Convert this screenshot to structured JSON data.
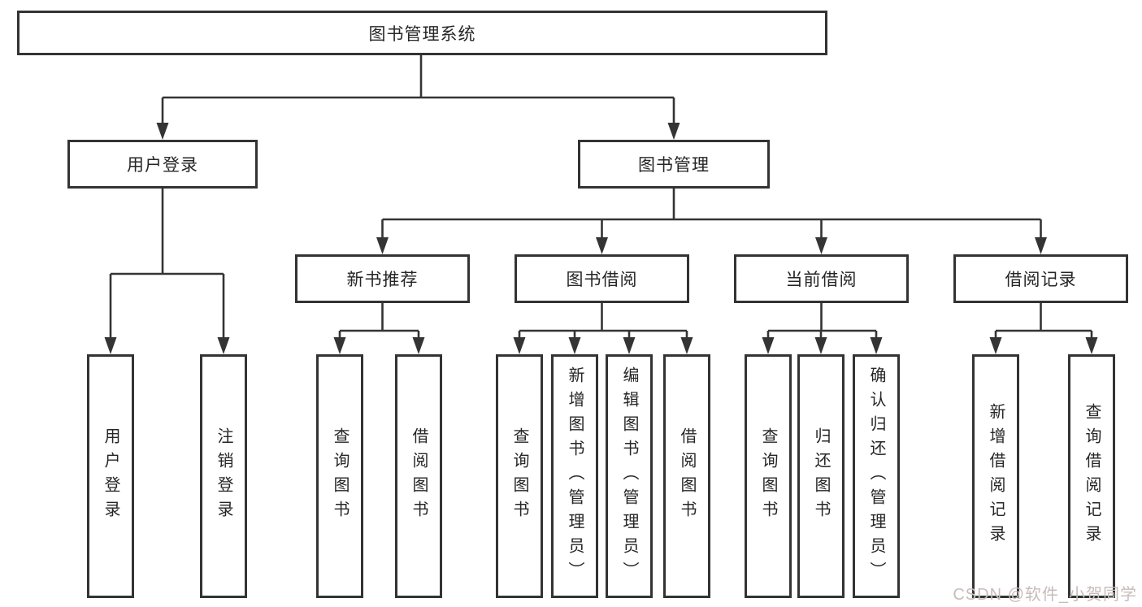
{
  "diagram": {
    "root": {
      "label": "图书管理系统"
    },
    "branches": [
      {
        "label": "用户登录",
        "children": [
          {
            "label": "用户登录"
          },
          {
            "label": "注销登录"
          }
        ]
      },
      {
        "label": "图书管理",
        "groups": [
          {
            "label": "新书推荐",
            "children": [
              {
                "label": "查询图书"
              },
              {
                "label": "借阅图书"
              }
            ]
          },
          {
            "label": "图书借阅",
            "children": [
              {
                "label": "查询图书"
              },
              {
                "label": "新增图书（管理员）"
              },
              {
                "label": "编辑图书（管理员）"
              },
              {
                "label": "借阅图书"
              }
            ]
          },
          {
            "label": "当前借阅",
            "children": [
              {
                "label": "查询图书"
              },
              {
                "label": "归还图书"
              },
              {
                "label": "确认归还（管理员）"
              }
            ]
          },
          {
            "label": "借阅记录",
            "children": [
              {
                "label": "新增借阅记录"
              },
              {
                "label": "查询借阅记录"
              }
            ]
          }
        ]
      }
    ]
  },
  "watermark": {
    "text": "CSDN @软件_小贺同学"
  },
  "colors": {
    "background": "#ffffff",
    "line": "#343434",
    "box_border": "#333333",
    "text": "#262626",
    "watermark": "#c8bbbb"
  }
}
